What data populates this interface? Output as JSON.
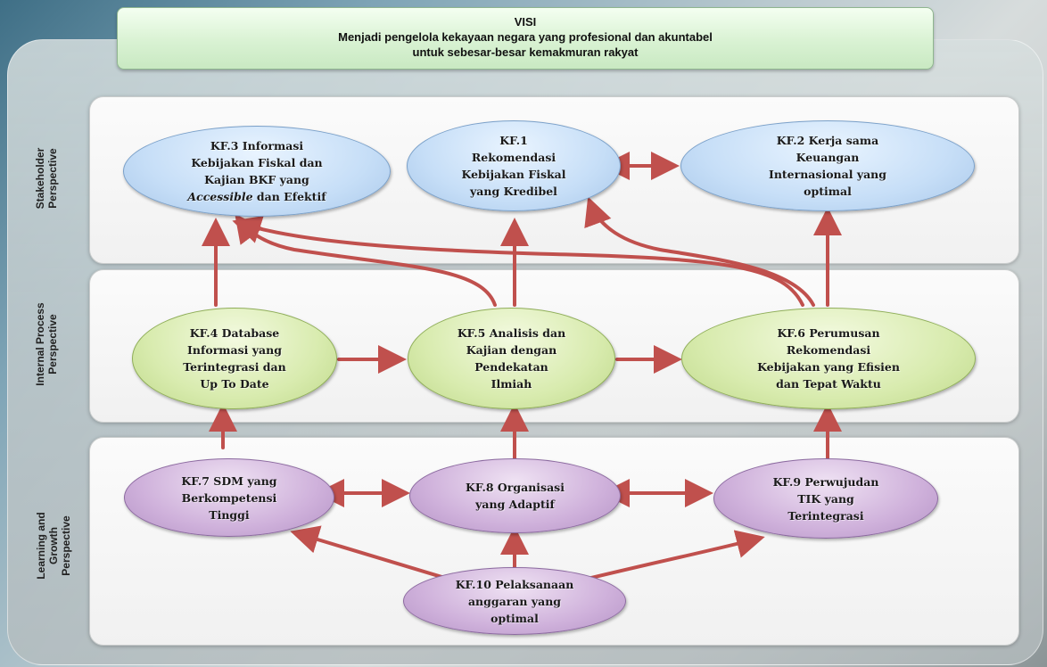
{
  "visi": {
    "title": "VISI",
    "line1": "Menjadi pengelola kekayaan negara yang profesional dan akuntabel",
    "line2": "untuk sebesar-besar kemakmuran rakyat"
  },
  "perspectives": {
    "stakeholder": [
      "Stakeholder",
      "Perspective"
    ],
    "internal": [
      "Internal Process",
      "Perspective"
    ],
    "learning": [
      "Learning and",
      "Growth",
      "Perspective"
    ]
  },
  "nodes": {
    "kf3": {
      "lines": [
        "KF.3 Informasi",
        "Kebijakan Fiskal dan",
        "Kajian BKF yang"
      ],
      "line4_italic": "Accessible",
      "line4_rest": " dan Efektif"
    },
    "kf1": {
      "lines": [
        "KF.1",
        "Rekomendasi",
        "Kebijakan Fiskal",
        "yang Kredibel"
      ]
    },
    "kf2": {
      "lines": [
        "KF.2 Kerja sama",
        "Keuangan",
        "Internasional yang",
        "optimal"
      ]
    },
    "kf4": {
      "lines": [
        "KF.4 Database",
        "Informasi yang",
        "Terintegrasi dan",
        "Up To Date"
      ]
    },
    "kf5": {
      "lines": [
        "KF.5 Analisis dan",
        "Kajian dengan",
        "Pendekatan",
        "Ilmiah"
      ]
    },
    "kf6": {
      "lines": [
        "KF.6 Perumusan",
        "Rekomendasi",
        "Kebijakan yang Efisien",
        "dan Tepat Waktu"
      ]
    },
    "kf7": {
      "lines": [
        "KF.7 SDM yang",
        "Berkompetensi",
        "Tinggi"
      ]
    },
    "kf8": {
      "lines": [
        "KF.8 Organisasi",
        "yang Adaptif"
      ]
    },
    "kf9": {
      "lines": [
        "KF.9 Perwujudan",
        "TIK yang",
        "Terintegrasi"
      ]
    },
    "kf10": {
      "lines": [
        "KF.10 Pelaksanaan",
        "anggaran yang",
        "optimal"
      ]
    }
  },
  "colors": {
    "arrow": "#c0504d",
    "stakeholder_fill": "#c6def7",
    "internal_fill": "#d8ebae",
    "learning_fill": "#cfb1db"
  }
}
